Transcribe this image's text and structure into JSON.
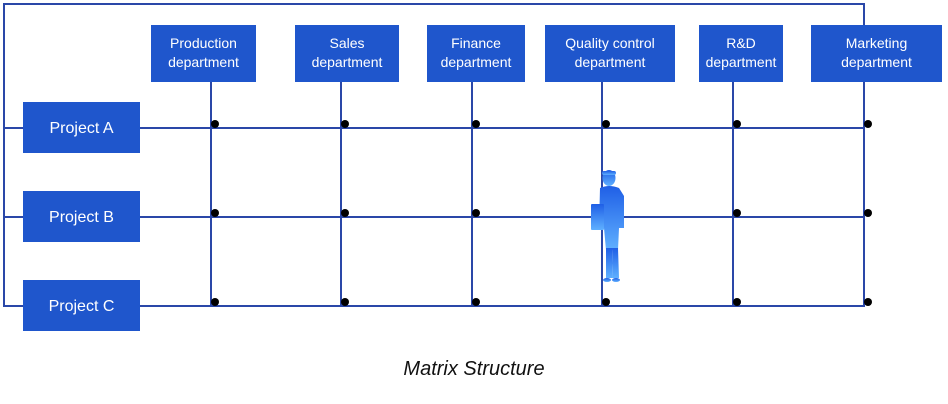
{
  "departments": [
    {
      "line1": "Production",
      "line2": "department"
    },
    {
      "line1": "Sales",
      "line2": "department"
    },
    {
      "line1": "Finance",
      "line2": "department"
    },
    {
      "line1": "Quality control",
      "line2": "department"
    },
    {
      "line1": "R&D",
      "line2": "department"
    },
    {
      "line1": "Marketing",
      "line2": "department"
    }
  ],
  "projects": [
    "Project A",
    "Project B",
    "Project C"
  ],
  "caption": "Matrix Structure",
  "colors": {
    "box_fill": "#1f56cc",
    "line": "#2a47a8",
    "dot": "#000000",
    "figure_top": "#1f5fe6",
    "figure_bottom": "#5fb0ff"
  },
  "person_icon": "person-silhouette-icon"
}
